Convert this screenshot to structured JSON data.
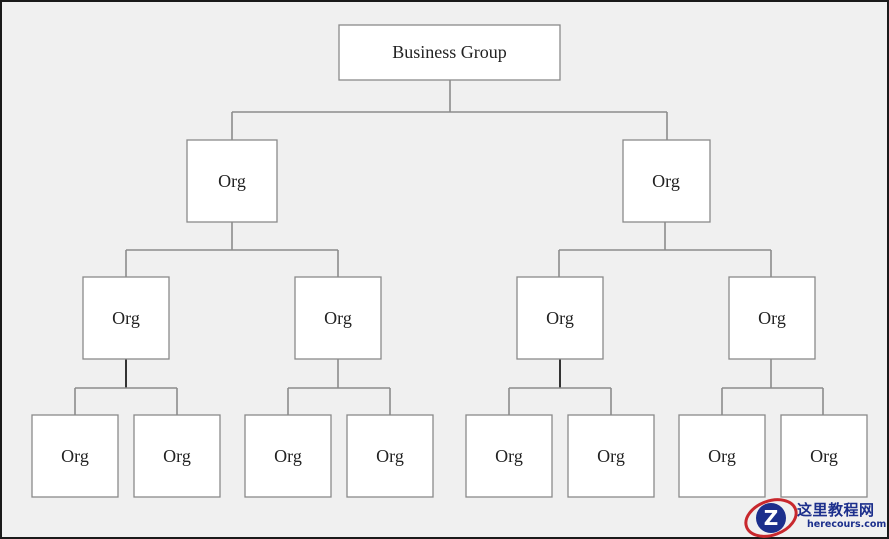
{
  "diagram": {
    "root": {
      "label": "Business Group"
    },
    "level1": [
      {
        "label": "Org"
      },
      {
        "label": "Org"
      }
    ],
    "level2": [
      {
        "label": "Org"
      },
      {
        "label": "Org"
      },
      {
        "label": "Org"
      },
      {
        "label": "Org"
      }
    ],
    "level3": [
      {
        "label": "Org"
      },
      {
        "label": "Org"
      },
      {
        "label": "Org"
      },
      {
        "label": "Org"
      },
      {
        "label": "Org"
      },
      {
        "label": "Org"
      },
      {
        "label": "Org"
      },
      {
        "label": "Org"
      }
    ]
  },
  "watermark": {
    "title": "这里教程网",
    "url": "herecours.com",
    "logo_letter": "Z",
    "colors": {
      "blue": "#1c2f8c",
      "red": "#c8282d"
    }
  },
  "colors": {
    "background": "#f0f0f0",
    "box_fill": "#ffffff",
    "box_border": "#8a8a8a",
    "connector": "#8c8c8c"
  }
}
